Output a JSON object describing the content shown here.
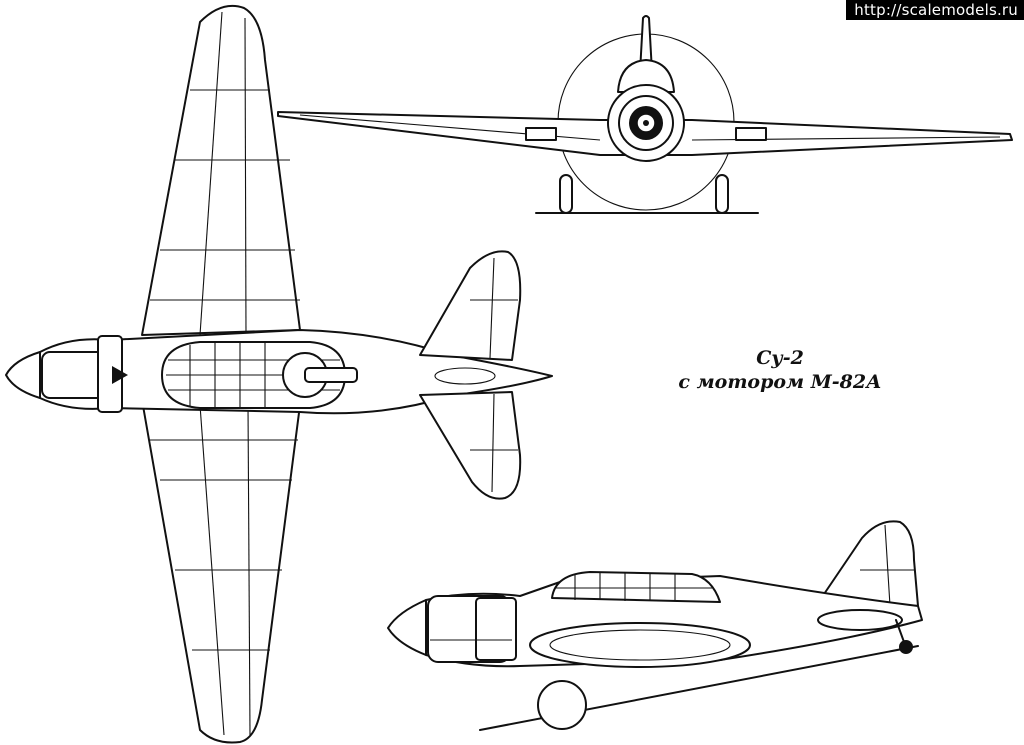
{
  "watermark": "http://scalemodels.ru",
  "caption": {
    "line1": "Су-2",
    "line2": "с мотором М-82А"
  }
}
